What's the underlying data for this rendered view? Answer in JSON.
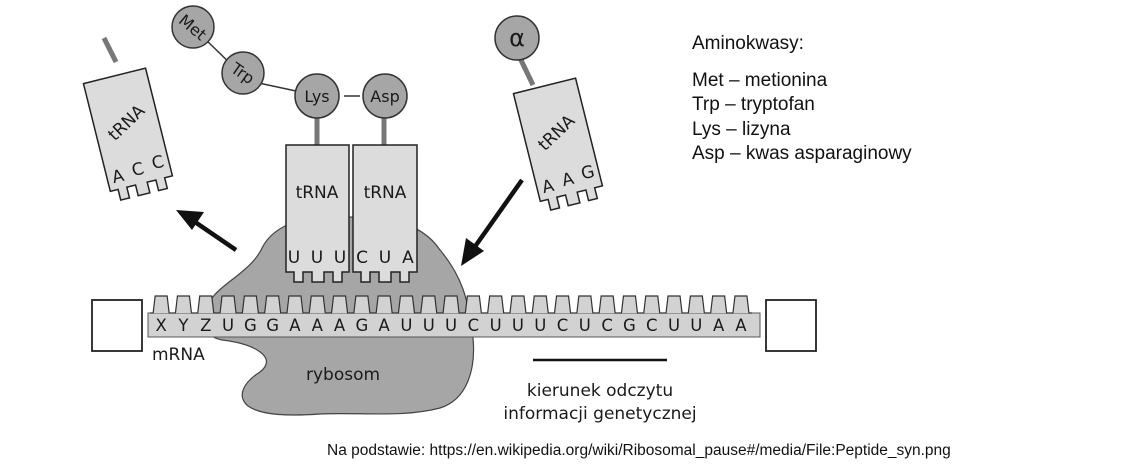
{
  "amino_acids": {
    "met": "Met",
    "trp": "Trp",
    "lys": "Lys",
    "asp": "Asp",
    "alpha": "α"
  },
  "trna": {
    "label": "tRNA",
    "leaving": {
      "anticodon": [
        "A",
        "C",
        "C"
      ]
    },
    "site_1": {
      "anticodon": [
        "U",
        "U",
        "U"
      ]
    },
    "site_2": {
      "anticodon": [
        "C",
        "U",
        "A"
      ]
    },
    "incoming": {
      "anticodon": [
        "A",
        "A",
        "G"
      ]
    }
  },
  "mrna": {
    "label": "mRNA",
    "sequence": [
      "X",
      "Y",
      "Z",
      "U",
      "G",
      "G",
      "A",
      "A",
      "A",
      "G",
      "A",
      "U",
      "U",
      "U",
      "C",
      "U",
      "U",
      "U",
      "C",
      "U",
      "C",
      "G",
      "C",
      "U",
      "U",
      "A",
      "A"
    ]
  },
  "ribosome_label": "rybosom",
  "reading_direction": [
    "kierunek odczytu",
    "informacji genetycznej"
  ],
  "legend": {
    "title": "Aminokwasy:",
    "items": [
      "Met – metionina",
      "Trp – tryptofan",
      "Lys – lizyna",
      "Asp – kwas asparaginowy"
    ]
  },
  "source": "Na podstawie: https://en.wikipedia.org/wiki/Ribosomal_pause#/media/File:Peptide_syn.png",
  "colors": {
    "ribosome": "#a6a6a6",
    "trna_fill": "#dcdcdc",
    "amino_acid_fill": "#a6a6a6",
    "mrna_strip": "#d2d2d2",
    "stroke": "#222222"
  }
}
